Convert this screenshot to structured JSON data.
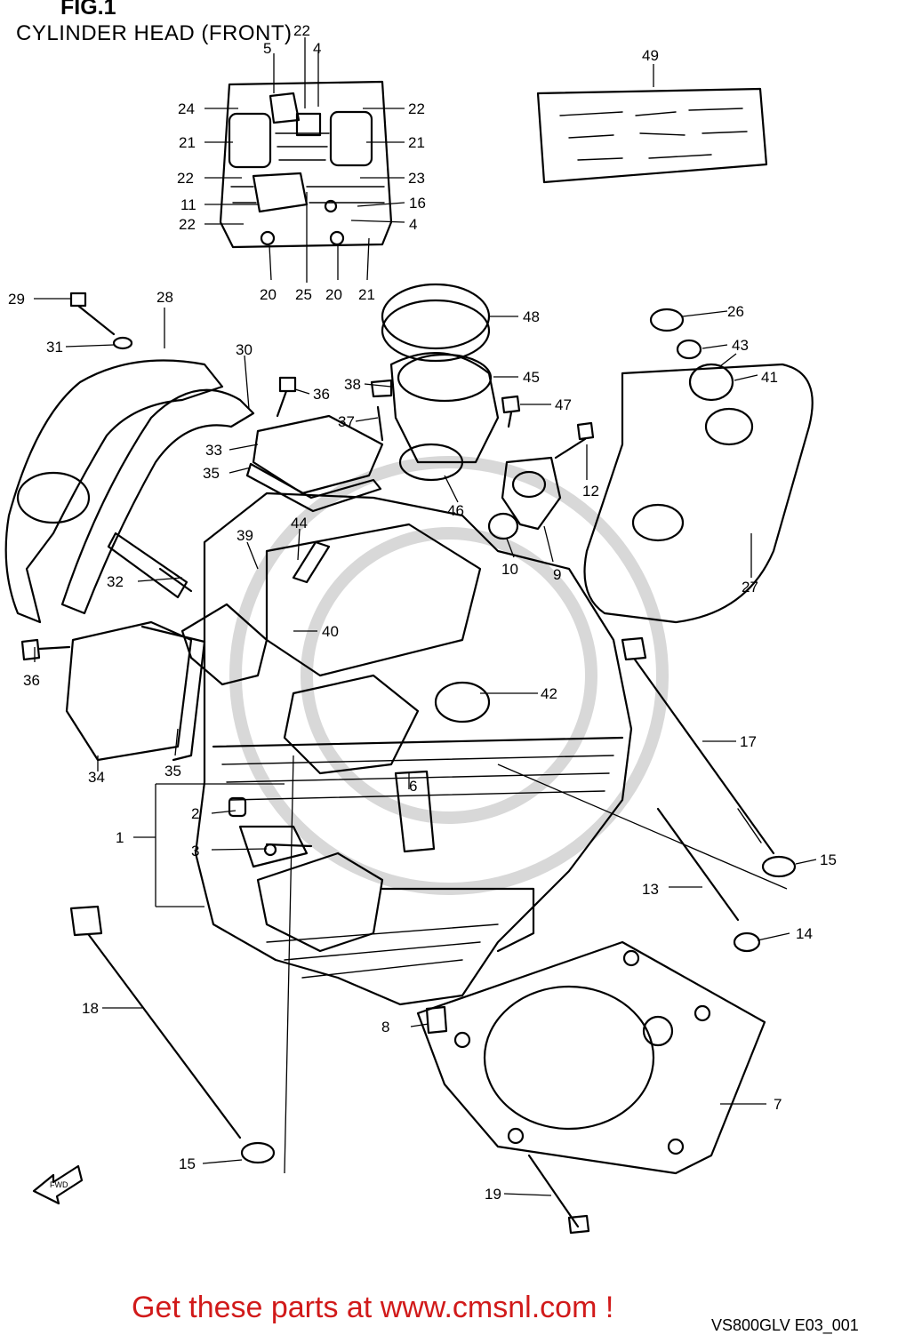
{
  "figure": {
    "title": "FIG.1",
    "subtitle": "CYLINDER HEAD (FRONT)"
  },
  "footer": {
    "promo": "Get these parts at www.cmsnl.com !",
    "diagram_code": "VS800GLV E03_001"
  },
  "callouts": [
    "1",
    "2",
    "3",
    "4",
    "4",
    "5",
    "6",
    "7",
    "8",
    "9",
    "10",
    "11",
    "12",
    "13",
    "14",
    "15",
    "15",
    "16",
    "17",
    "18",
    "19",
    "20",
    "20",
    "21",
    "21",
    "21",
    "22",
    "22",
    "22",
    "22",
    "23",
    "24",
    "25",
    "26",
    "27",
    "28",
    "29",
    "30",
    "31",
    "32",
    "33",
    "34",
    "35",
    "35",
    "36",
    "36",
    "37",
    "38",
    "39",
    "40",
    "41",
    "42",
    "43",
    "44",
    "45",
    "46",
    "47",
    "48",
    "49"
  ],
  "colors": {
    "promo": "#d11a1a",
    "lines": "#000000",
    "watermark": "#d8d8d8"
  },
  "icons": {
    "direction_arrow": "fwd-arrow-icon"
  },
  "direction_label": "FWD"
}
